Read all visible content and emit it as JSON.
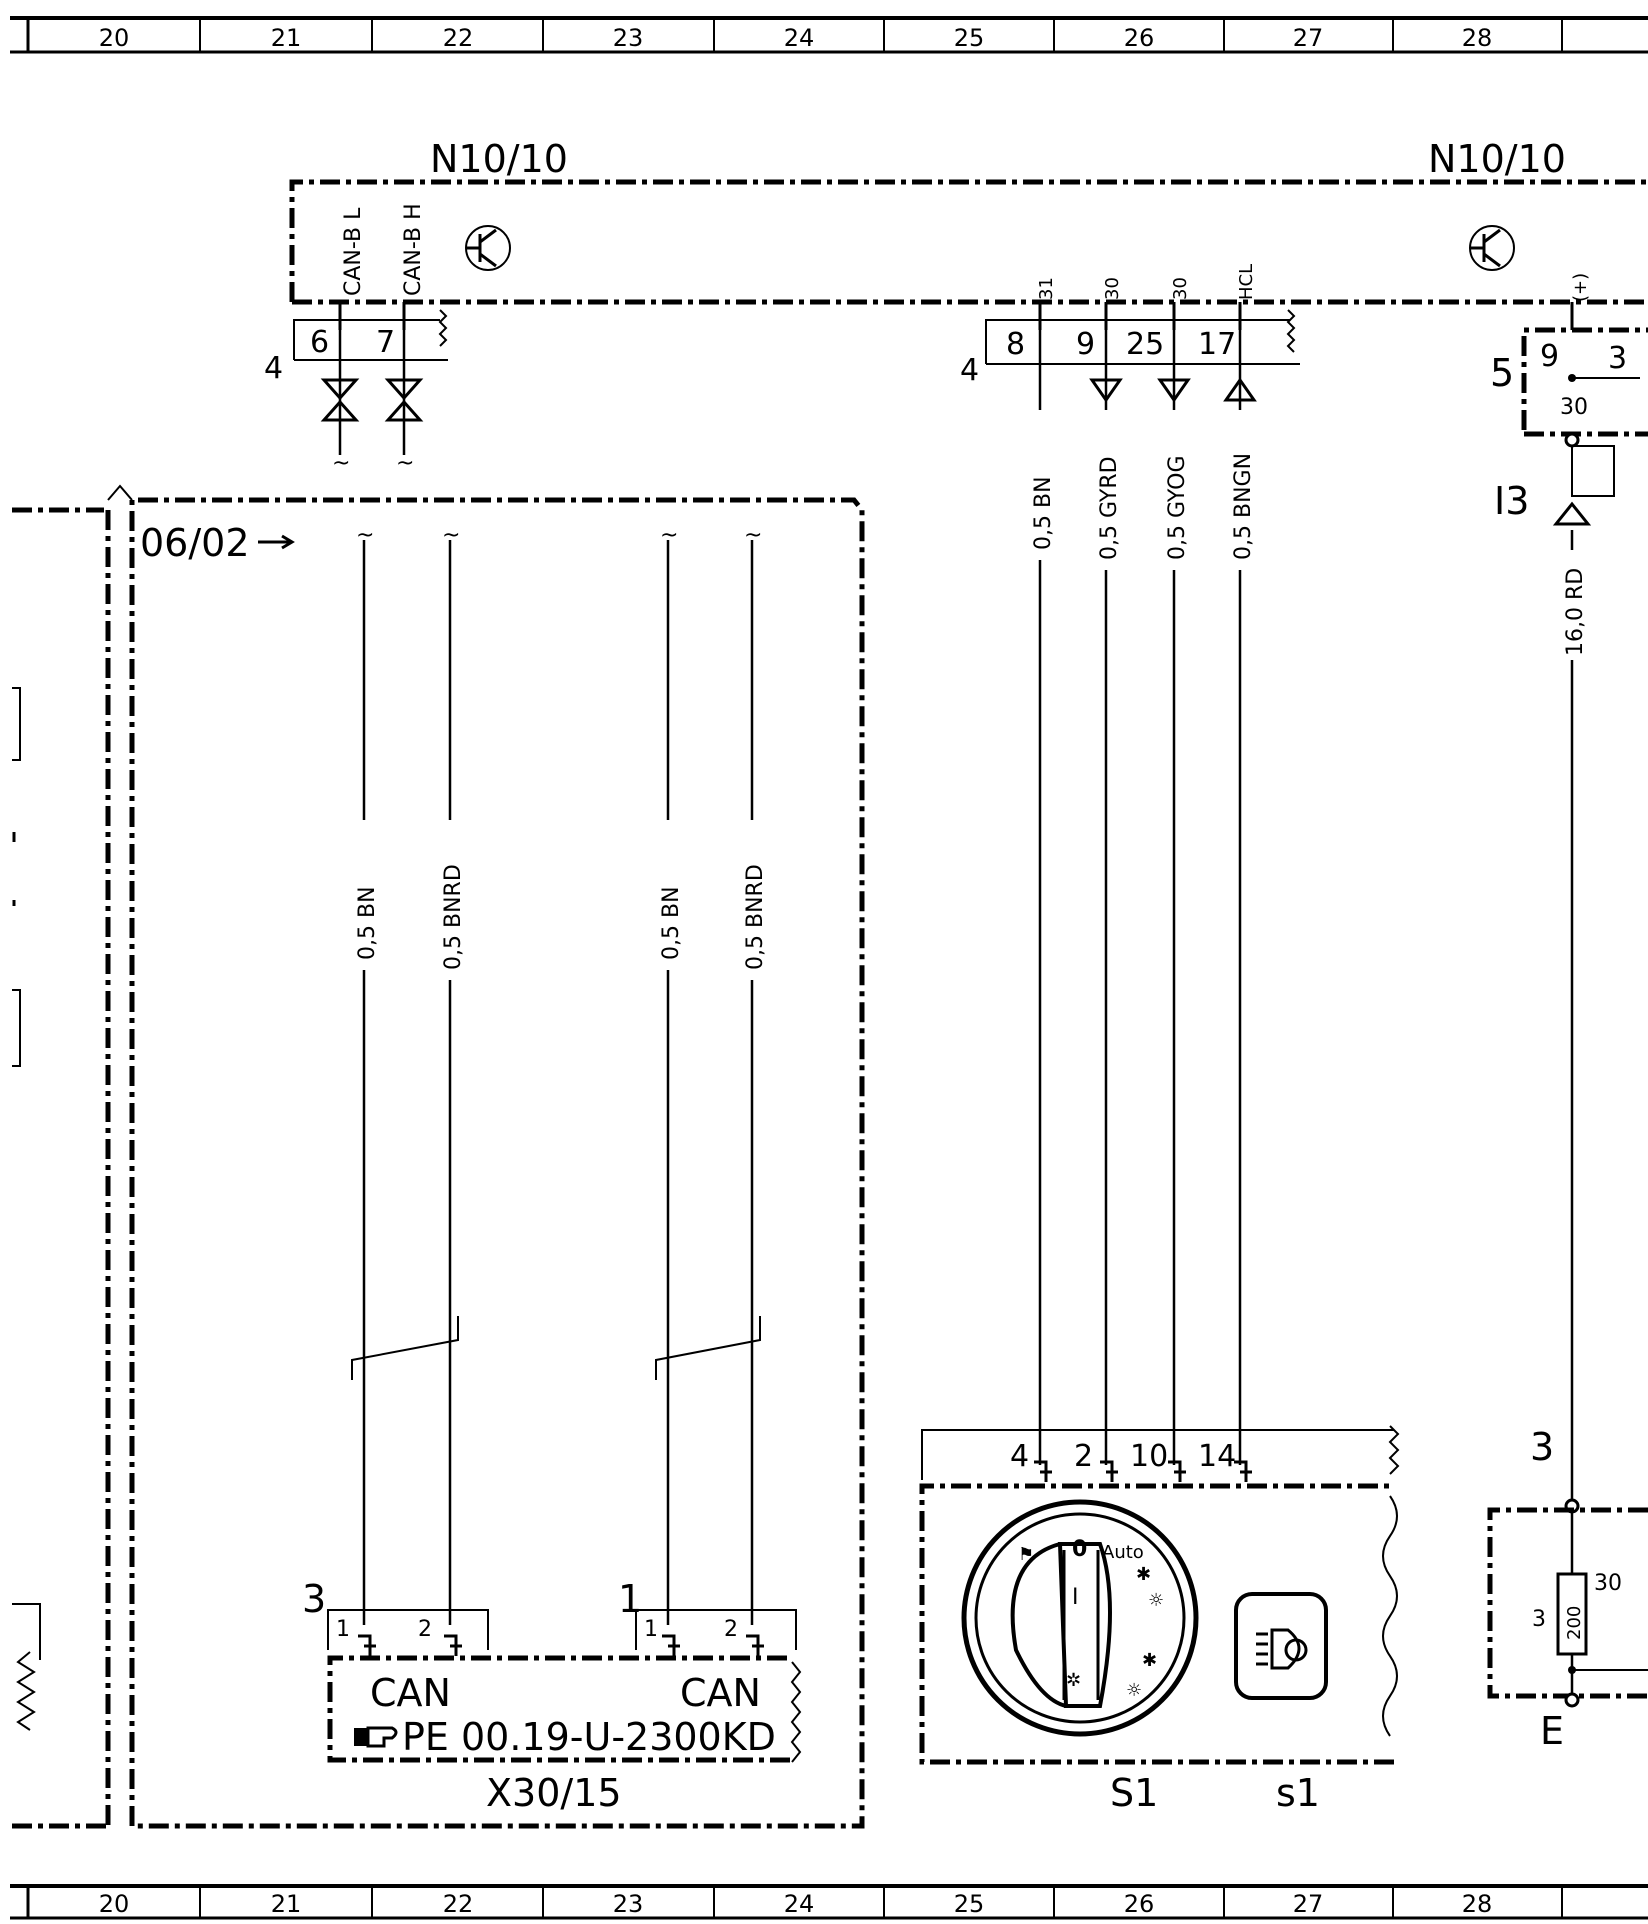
{
  "ruler": {
    "cells": [
      "20",
      "21",
      "22",
      "23",
      "24",
      "25",
      "26",
      "27",
      "28"
    ]
  },
  "components": {
    "n10_left": "N10/10",
    "n10_right": "N10/10",
    "x30": "X30/15",
    "s1": "S1",
    "s1_small": "s1",
    "e": "E",
    "date_note": "06/02"
  },
  "can_pins": {
    "left_label": "CAN-B L",
    "right_label": "CAN-B H",
    "pin_left": "6",
    "pin_right": "7",
    "connector": "4"
  },
  "mid_connector": {
    "connector": "4",
    "pins": [
      "8",
      "9",
      "25",
      "17"
    ],
    "terminals": [
      "31",
      "30",
      "30",
      "HCL"
    ]
  },
  "right_connector": {
    "connector": "5",
    "pin": "9",
    "pin2": "3",
    "terminal_top": "(+)",
    "terminal": "30",
    "ground_label": "I3"
  },
  "wires": {
    "top": [
      "0,5 BN",
      "0,5 GYRD",
      "0,5 GYOG",
      "0,5 BNGN"
    ],
    "right": "16,0 RD",
    "can": [
      "0,5 BN",
      "0,5 BNRD",
      "0,5 BN",
      "0,5 BNRD"
    ]
  },
  "x30_box": {
    "group_left": "3",
    "group_right": "1",
    "pins": [
      "1",
      "2",
      "1",
      "2"
    ],
    "can_left": "CAN",
    "can_right": "CAN",
    "pe_ref": "PE 00.19-U-2300KD"
  },
  "s1_box": {
    "pins": [
      "4",
      "2",
      "10",
      "14"
    ],
    "knob_zero": "0",
    "knob_auto": "Auto",
    "knob_one": "I"
  },
  "e_box": {
    "pin": "3",
    "left_pin": "3",
    "value": "200",
    "terminal": "30"
  }
}
